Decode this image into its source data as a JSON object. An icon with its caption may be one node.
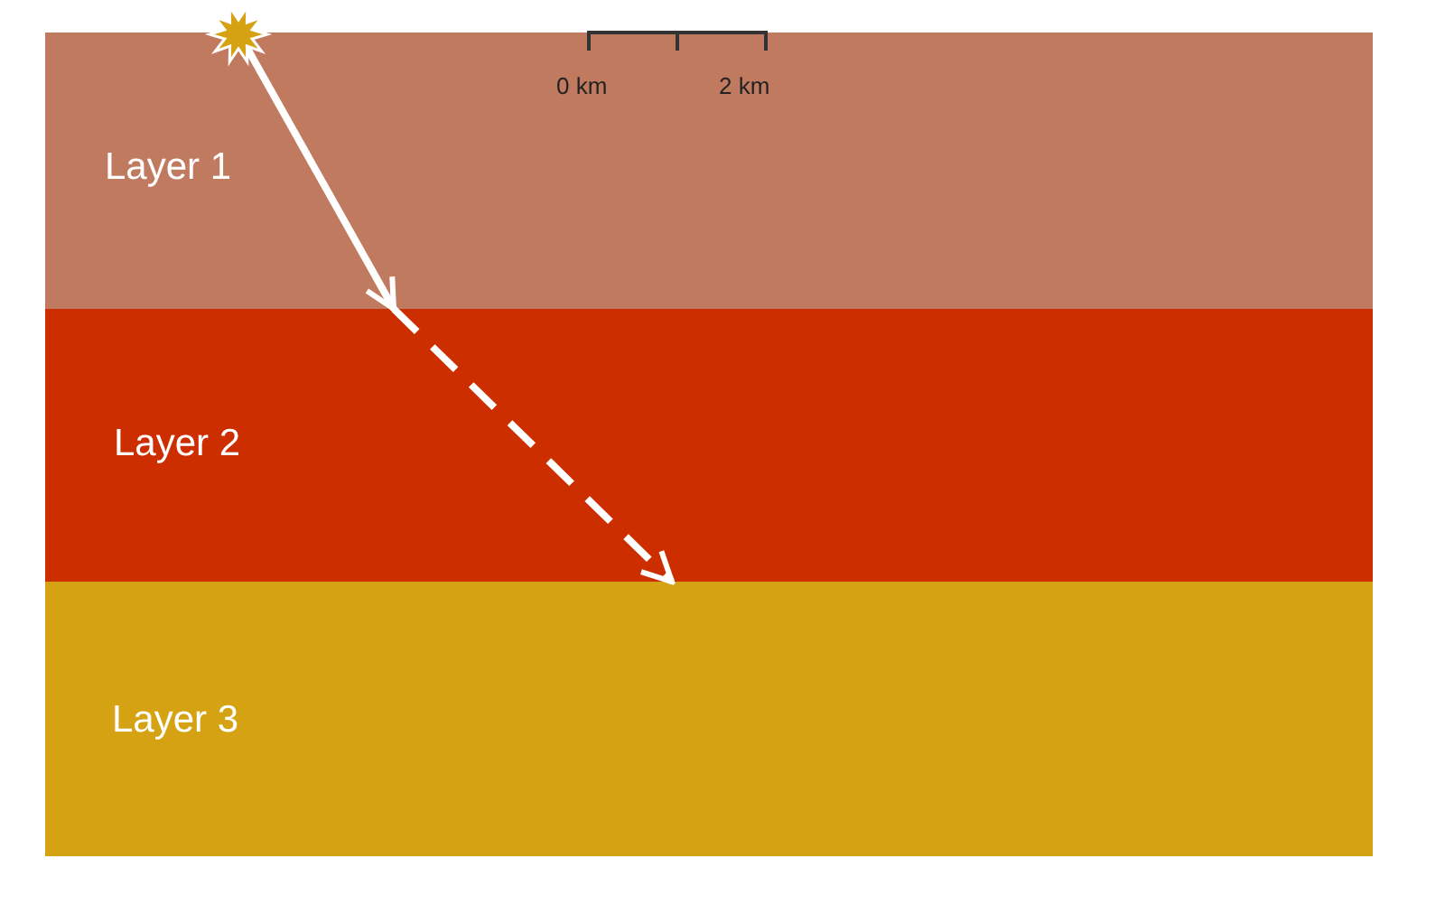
{
  "diagram": {
    "nodes": [
      {
        "text": [
          "Layer 1"
        ]
      },
      {
        "text": [
          "Layer 2"
        ]
      },
      {
        "text": [
          "Layer 3"
        ]
      },
      {
        "text": [],
        "shape": "star"
      }
    ],
    "edges": [
      {
        "from": 3,
        "to": 0,
        "arrow": "to"
      },
      {
        "from": 1,
        "to": 2,
        "arrow": "to",
        "style": "dashed"
      }
    ],
    "labels": [
      "0 km",
      "2 km"
    ]
  }
}
